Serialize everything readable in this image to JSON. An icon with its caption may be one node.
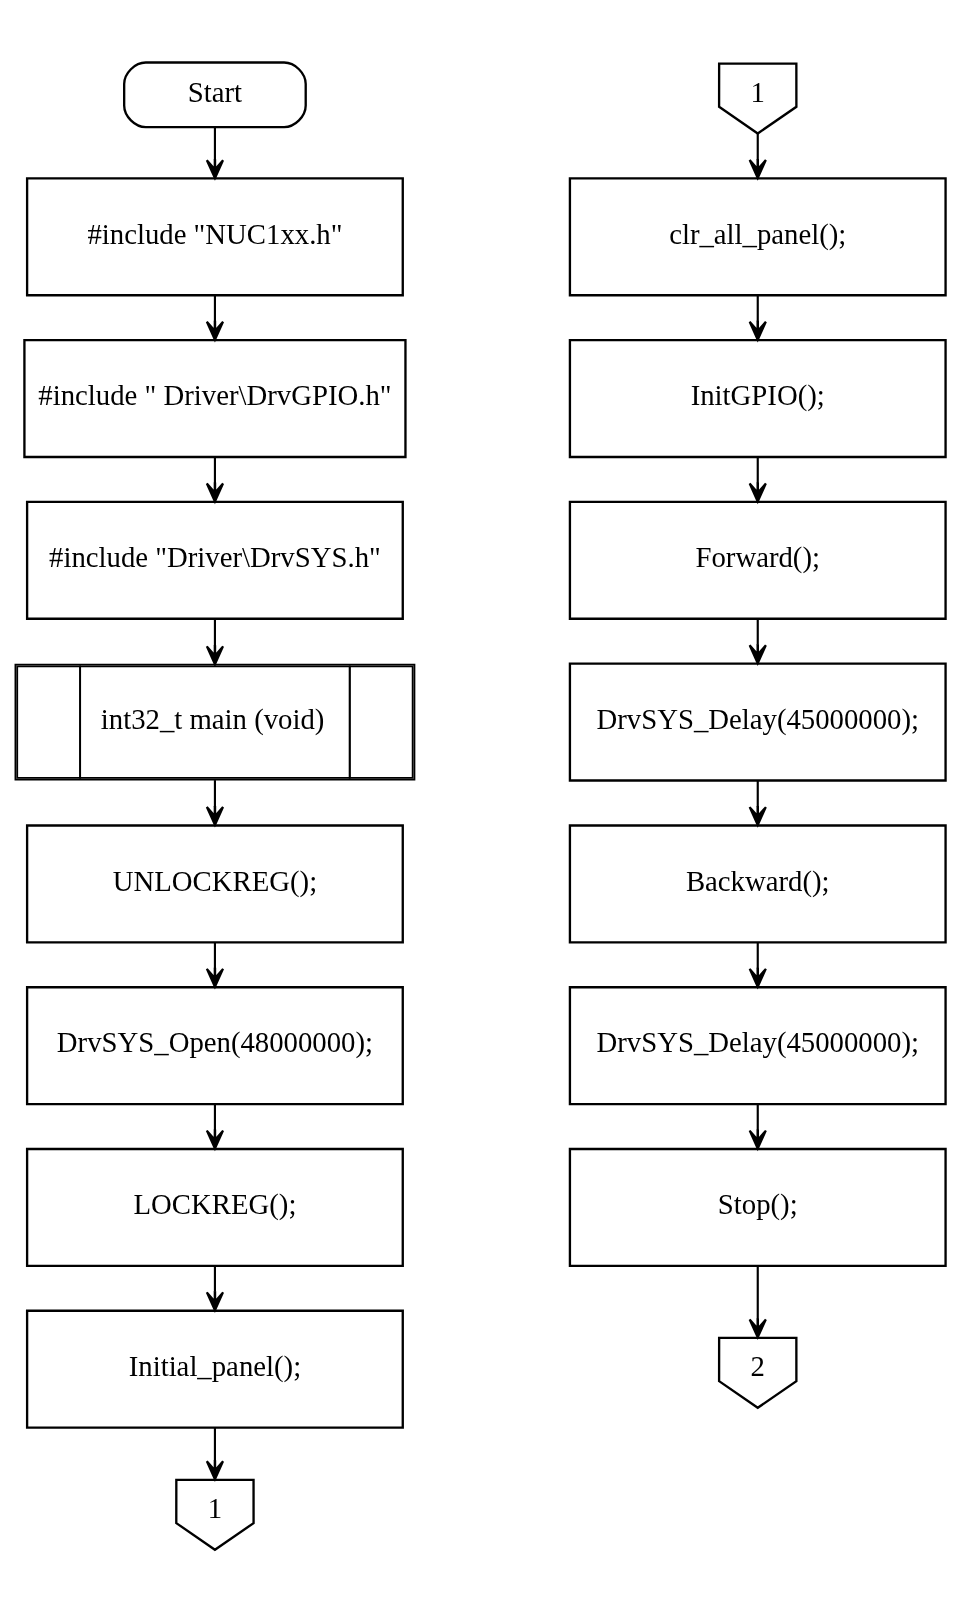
{
  "diagram": {
    "nodes": [
      {
        "text": [
          "Start"
        ]
      },
      {
        "text": [
          "#include \"NUC1xx.h\""
        ]
      },
      {
        "text": [
          "#include \" Driver\\DrvGPIO.h\""
        ]
      },
      {
        "text": [
          "#include \"Driver\\DrvSYS.h\""
        ]
      },
      {
        "text": [
          "int32_t main (void)"
        ]
      },
      {
        "text": [
          "UNLOCKREG();"
        ]
      },
      {
        "text": [
          "DrvSYS_Open(48000000);"
        ]
      },
      {
        "text": [
          "LOCKREG();"
        ]
      },
      {
        "text": [
          "Initial_panel();"
        ]
      },
      {
        "text": [
          "1"
        ]
      },
      {
        "text": [
          "1"
        ]
      },
      {
        "text": [
          "clr_all_panel();"
        ]
      },
      {
        "text": [
          "InitGPIO();"
        ]
      },
      {
        "text": [
          "Forward();"
        ]
      },
      {
        "text": [
          "DrvSYS_Delay(45000000);"
        ]
      },
      {
        "text": [
          "Backward();"
        ]
      },
      {
        "text": [
          "DrvSYS_Delay(45000000);"
        ]
      },
      {
        "text": [
          "Stop();"
        ]
      },
      {
        "text": [
          "2"
        ]
      }
    ],
    "edges": [
      {
        "from": 0,
        "to": 1,
        "arrow": "to"
      },
      {
        "from": 1,
        "to": 2,
        "arrow": "to"
      },
      {
        "from": 2,
        "to": 3,
        "arrow": "to"
      },
      {
        "from": 3,
        "to": 4,
        "arrow": "to"
      },
      {
        "from": 4,
        "to": 5,
        "arrow": "to"
      },
      {
        "from": 5,
        "to": 6,
        "arrow": "to"
      },
      {
        "from": 6,
        "to": 7,
        "arrow": "to"
      },
      {
        "from": 7,
        "to": 8,
        "arrow": "to"
      },
      {
        "from": 8,
        "to": 9,
        "arrow": "to"
      },
      {
        "from": 10,
        "to": 11,
        "arrow": "to"
      },
      {
        "from": 11,
        "to": 12,
        "arrow": "to"
      },
      {
        "from": 12,
        "to": 13,
        "arrow": "to"
      },
      {
        "from": 13,
        "to": 14,
        "arrow": "to"
      },
      {
        "from": 14,
        "to": 15,
        "arrow": "to"
      },
      {
        "from": 15,
        "to": 16,
        "arrow": "to"
      },
      {
        "from": 16,
        "to": 17,
        "arrow": "to"
      },
      {
        "from": 17,
        "to": 18,
        "arrow": "to"
      }
    ]
  }
}
